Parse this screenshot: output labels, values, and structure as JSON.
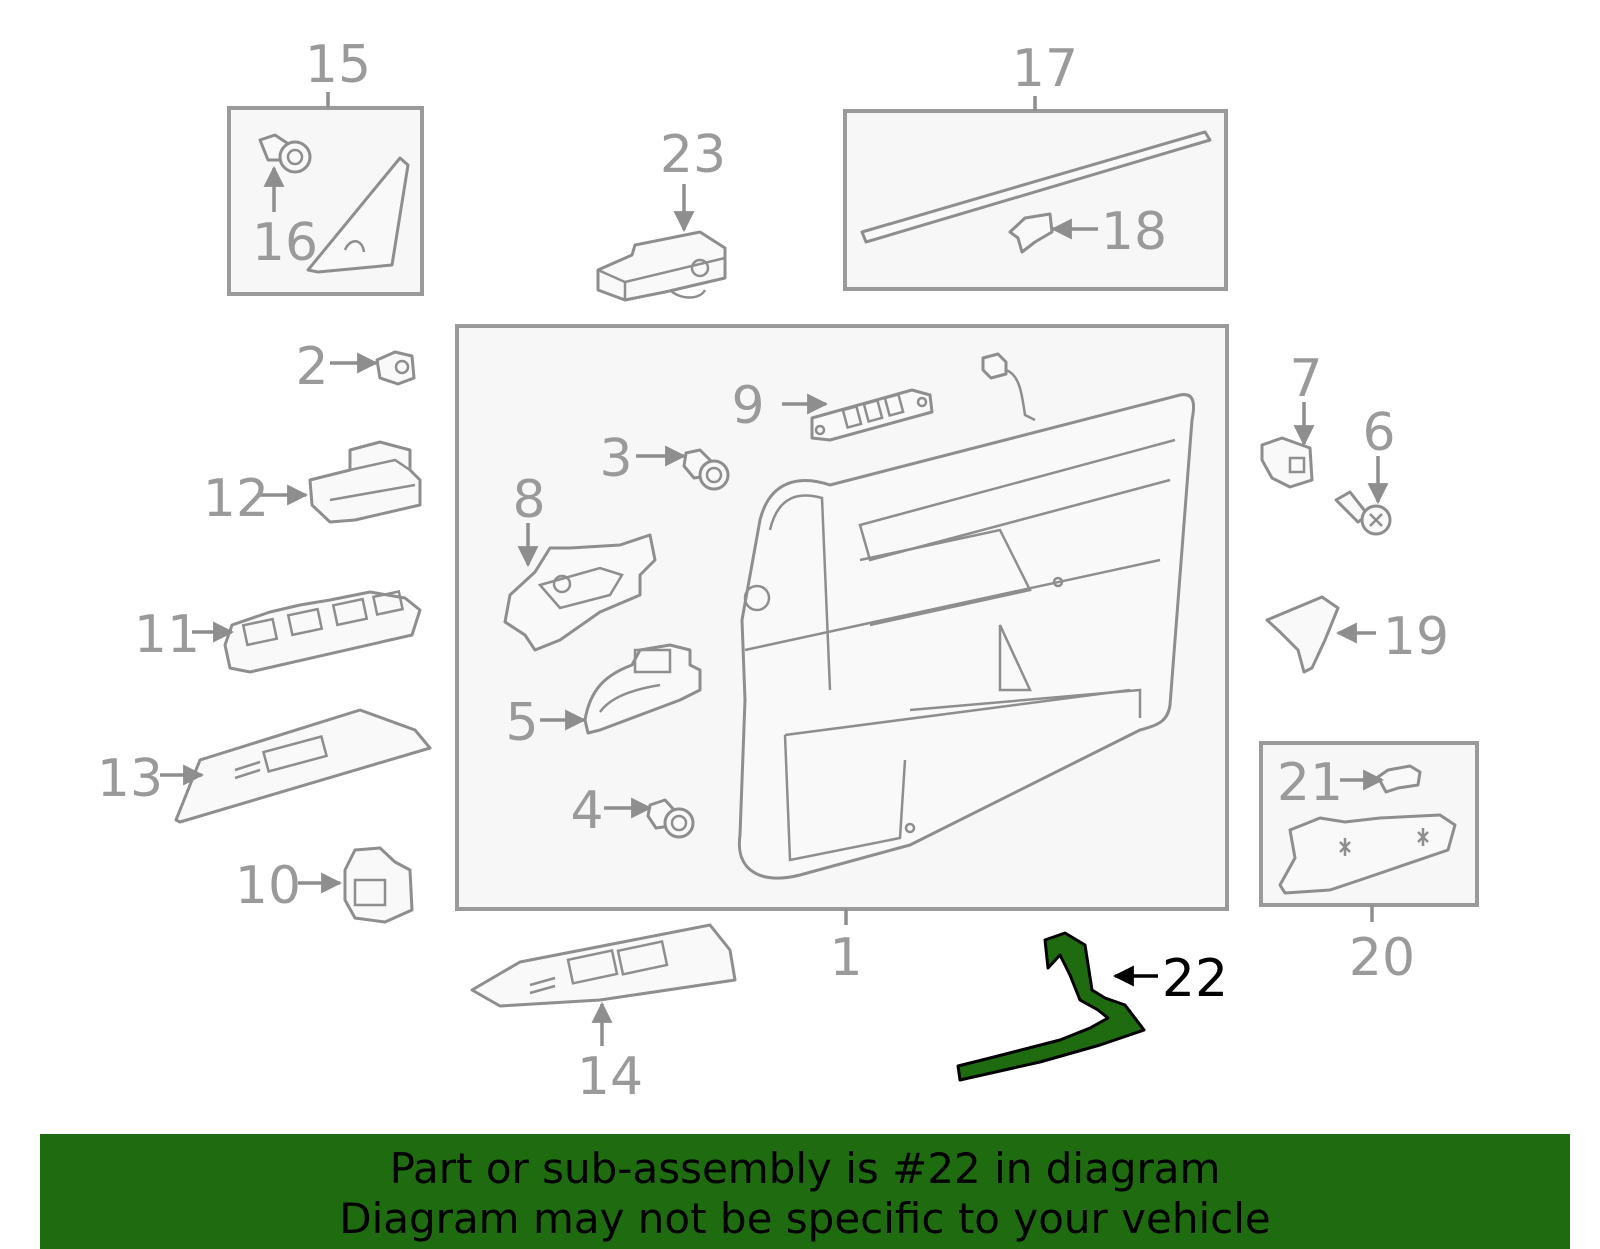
{
  "callouts": {
    "c1": "1",
    "c2": "2",
    "c3": "3",
    "c4": "4",
    "c5": "5",
    "c6": "6",
    "c7": "7",
    "c8": "8",
    "c9": "9",
    "c10": "10",
    "c11": "11",
    "c12": "12",
    "c13": "13",
    "c14": "14",
    "c15": "15",
    "c16": "16",
    "c17": "17",
    "c18": "18",
    "c19": "19",
    "c20": "20",
    "c21": "21",
    "c22": "22",
    "c23": "23"
  },
  "highlight": {
    "part_number": "22",
    "color": "#1e6b10"
  },
  "banner": {
    "line1": "Part or sub-assembly is #22 in diagram",
    "line2": "Diagram may not be specific to your vehicle"
  }
}
